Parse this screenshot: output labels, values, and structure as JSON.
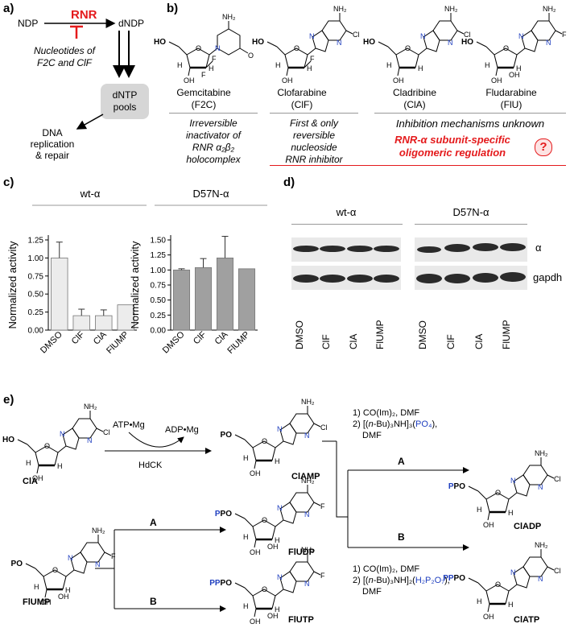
{
  "panel_a": {
    "label": "a)",
    "ndp": "NDP",
    "rnr": "RNR",
    "dndp": "dNDP",
    "inhibitor_note_1": "Nucleotides of",
    "inhibitor_note_2": "F2C and ClF",
    "pool_1": "dNTP",
    "pool_2": "pools",
    "out_1": "DNA",
    "out_2": "replication",
    "out_3": "& repair"
  },
  "panel_b": {
    "label": "b)",
    "compounds": [
      {
        "name": "Gemcitabine",
        "abbr": "(F2C)"
      },
      {
        "name": "Clofarabine",
        "abbr": "(ClF)"
      },
      {
        "name": "Cladribine",
        "abbr": "(ClA)"
      },
      {
        "name": "Fludarabine",
        "abbr": "(FlU)"
      }
    ],
    "desc_1": [
      "Irreversible",
      "inactivator of",
      "RNR α₂β₂",
      "holocomplex"
    ],
    "desc_2": [
      "First & only",
      "reversible",
      "nucleoside",
      "RNR inhibitor"
    ],
    "desc_3": "Inhibition mechanisms unknown",
    "desc_4a": "RNR-α subunit-specific",
    "desc_4b": "oligomeric regulation",
    "question": "?"
  },
  "panel_c": {
    "label": "c)",
    "ylabel": "Normalized activity"
  },
  "chart_data": [
    {
      "type": "bar",
      "title": "wt-α",
      "ylabel": "Normalized activity",
      "categories": [
        "DMSO",
        "ClF",
        "ClA",
        "FlUMP"
      ],
      "values": [
        1.0,
        0.2,
        0.2,
        0.35
      ],
      "errors": [
        0.22,
        0.09,
        0.08,
        0.0
      ],
      "ylim": [
        0,
        1.25
      ],
      "yticks": [
        "0.00",
        "0.25",
        "0.50",
        "0.75",
        "1.00",
        "1.25"
      ],
      "color": "#ececec"
    },
    {
      "type": "bar",
      "title": "D57N-α",
      "ylabel": "Normalized activity",
      "categories": [
        "DMSO",
        "ClF",
        "ClA",
        "FlUMP"
      ],
      "values": [
        1.0,
        1.04,
        1.2,
        1.02
      ],
      "errors": [
        0.02,
        0.15,
        0.36,
        0.0
      ],
      "ylim": [
        0,
        1.5
      ],
      "yticks": [
        "0.00",
        "0.25",
        "0.50",
        "0.75",
        "1.00",
        "1.25",
        "1.50"
      ],
      "color": "#a0a0a0"
    }
  ],
  "panel_d": {
    "label": "d)",
    "group_1": "wt-α",
    "group_2": "D57N-α",
    "band_1": "α",
    "band_2": "gapdh",
    "lanes": [
      "DMSO",
      "ClF",
      "ClA",
      "FlUMP"
    ]
  },
  "panel_e": {
    "label": "e)",
    "cla": "ClA",
    "atp": "ATP•Mg",
    "adp": "ADP•Mg",
    "hdck": "HdCK",
    "clamp": "ClAMP",
    "step1": "1) CO(Im)₂, DMF",
    "step2a_pre": "2) [(",
    "step2a_n": "n",
    "step2a_post": "-Bu)₃NH]₃(",
    "step2a_blue": "PO₄",
    "step2a_end": "),",
    "dmf": "DMF",
    "route_a": "A",
    "route_b": "B",
    "cladp": "ClADP",
    "flump": "FlUMP",
    "fludp": "FlUDP",
    "flutp": "FlUTP",
    "step3": "1) CO(Im)₂, DMF",
    "step4_pre": "2) [(",
    "step4_n": "n",
    "step4_post": "-Bu)₃NH]₂(",
    "step4_blue": "H₂P₂O₇",
    "step4_end": "),",
    "clatp": "ClATP",
    "p": "P",
    "pp": "PP",
    "po": "PO",
    "nh2": "NH₂",
    "cl": "Cl",
    "f": "F",
    "oh": "OH",
    "ho": "HO",
    "h": "H",
    "n": "N",
    "o": "O"
  },
  "colors": {
    "red": "#e41a1c",
    "blue": "#1f3fbf",
    "bar_light": "#ececec",
    "bar_dark": "#a0a0a0"
  }
}
